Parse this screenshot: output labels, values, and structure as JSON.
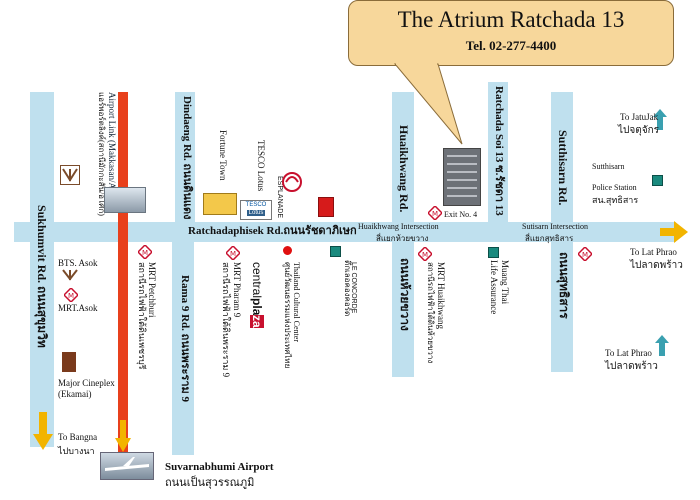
{
  "callout": {
    "title": "The Atrium Ratchada 13",
    "tel": "Tel. 02-277-4400"
  },
  "roads": {
    "sukhumvit": "Sukhumvit Rd. ถนนสุขุมวิท",
    "airport_link": "Airport Link (Makkasan/Asoke)",
    "airport_link_th": "แอร์พอร์ตลิงค์(สถานีมักกะสัน/อโศก)",
    "dindaeng": "Dindaeng Rd. ถนนดินแดง",
    "rama9": "Rama 9 Rd. ถนนพระราม 9",
    "ratchadaphisek": "Ratchadaphisek Rd.ถนนรัชดาภิเษก",
    "huaikhwang": "Huaikhwang Rd.",
    "huaikhwang_th": "ถนนห้วยขวาง",
    "ratchada_soi13": "Ratchada Soi 13 ซ.รัชดา 13",
    "sutthisarn": "Sutthisarn Rd.",
    "sutthisarn_th": "ถนนสุทธิสาร"
  },
  "places": {
    "bts_asok": "BTS. Asok",
    "mrt_asok": "MRT.Asok",
    "major_cineplex": "Major Cineplex",
    "major_ekamai": "(Ekamai)",
    "to_bangna": "To Bangna",
    "to_bangna_th": "ไปบางนา",
    "mrt_petchburi": "MRT Petchburi",
    "mrt_petchburi_th": "สถานีรถไฟฟ้าใต้ดินเพชรบุรี",
    "fortune_town": "Fortune Town",
    "tesco_lotus": "TESCO Lotus",
    "tesco_logo": "TESCO",
    "lotus_logo": "Lotus",
    "esplanade": "ESPLANADE",
    "mrt_rama9": "MRT Pharam 9",
    "mrt_rama9_th": "สถานีรถไฟฟ้าใต้ดินพระราม 9",
    "central_a": "central",
    "central_b": "pla",
    "central_c": "za",
    "thailand_cultural": "Thailand Cultural Center",
    "thailand_cultural_th": "ศูนย์วัฒนธรรมแห่งประเทศไทย",
    "le_concorde_th": "ตึกเลอคองคอร์ด",
    "le_concorde": "LE CONCORDE",
    "huaikhwang_intersection": "Huaikhwang Intersection",
    "huaikhwang_intersection_th": "สี่แยกห้วยขวาง",
    "exit4": "Exit No. 4",
    "mrt_huaikhwang": "MRT Huaikhwang",
    "mrt_huaikhwang_th": "สถานีรถไฟฟ้าใต้ดินห้วยขวาง",
    "muang_thai": "Muang Thai",
    "life_assurance": "Life Assurance",
    "sutisarn_intersection": "Sutisarn Intersection",
    "sutisarn_intersection_th": "สี่แยกสุทธิสาร",
    "to_jatujak": "To JatuJak",
    "to_jatujak_th": "ไปจตุจักร",
    "sutthisarn_police": "Sutthisarn",
    "police_station": "Police Station",
    "police_th": "สน.สุทธิสาร",
    "to_lat_phrao_1": "To Lat Phrao",
    "to_lat_phrao_1_th": "ไปลาดพร้าว",
    "to_lat_phrao_2": "To Lat Phrao",
    "to_lat_phrao_2_th": "ไปลาดพร้าว",
    "suvarnabhumi": "Suvarnabhumi Airport",
    "suvarnabhumi_th": "ถนนเป็นสุวรรณภูมิ",
    "mrt_mark": "M"
  },
  "colors": {
    "road": "#bfe0ee",
    "rail": "#e8401c",
    "callout": "#f7d79b",
    "arrow": "#f2b400",
    "mrt": "#c8102e"
  }
}
